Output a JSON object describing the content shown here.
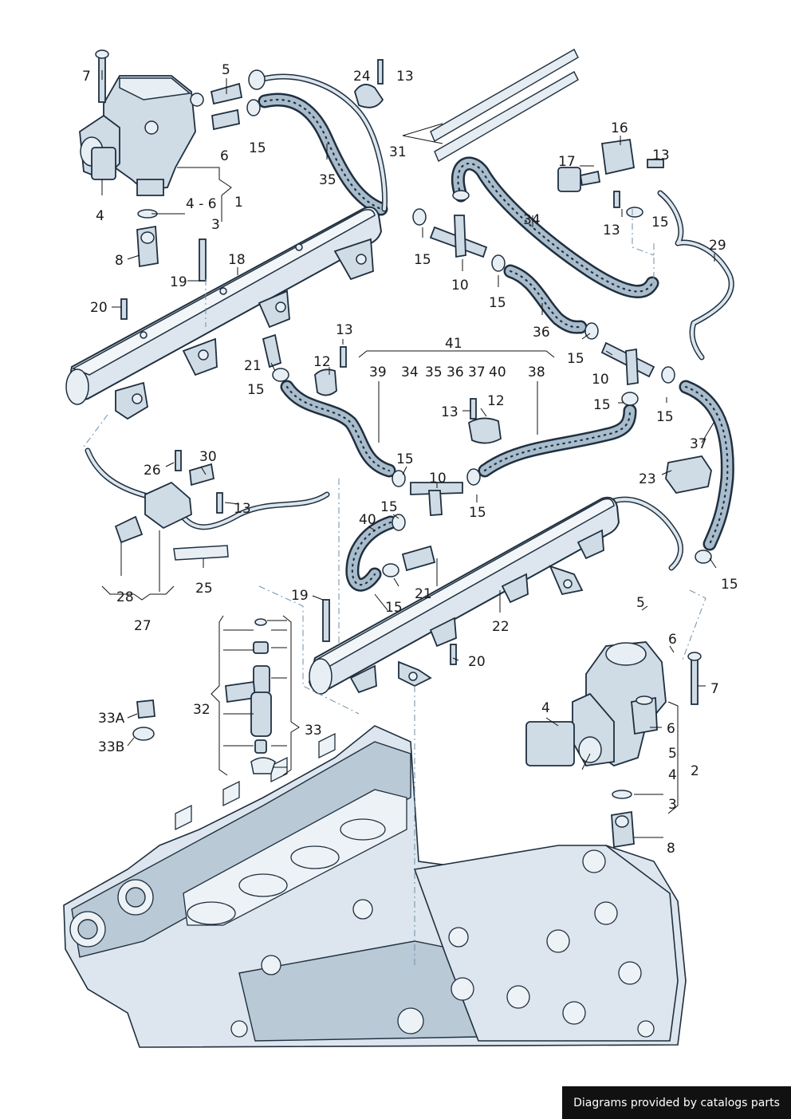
{
  "credit": "Diagrams provided by catalogs parts",
  "callouts": [
    {
      "id": "c7a",
      "text": "7"
    },
    {
      "id": "c5a",
      "text": "5"
    },
    {
      "id": "c24",
      "text": "24"
    },
    {
      "id": "c13a",
      "text": "13"
    },
    {
      "id": "c6a",
      "text": "6"
    },
    {
      "id": "c15a",
      "text": "15"
    },
    {
      "id": "c31",
      "text": "31"
    },
    {
      "id": "c16",
      "text": "16"
    },
    {
      "id": "c17",
      "text": "17"
    },
    {
      "id": "c13b",
      "text": "13"
    },
    {
      "id": "c35",
      "text": "35"
    },
    {
      "id": "c1",
      "text": "1"
    },
    {
      "id": "c4a",
      "text": "4"
    },
    {
      "id": "c46",
      "text": "4 - 6"
    },
    {
      "id": "c3a",
      "text": "3"
    },
    {
      "id": "c34a",
      "text": "34"
    },
    {
      "id": "c13c",
      "text": "13"
    },
    {
      "id": "c15b",
      "text": "15"
    },
    {
      "id": "c8a",
      "text": "8"
    },
    {
      "id": "c18",
      "text": "18"
    },
    {
      "id": "c29",
      "text": "29"
    },
    {
      "id": "c15c",
      "text": "15"
    },
    {
      "id": "c19a",
      "text": "19"
    },
    {
      "id": "c10a",
      "text": "10"
    },
    {
      "id": "c15d",
      "text": "15"
    },
    {
      "id": "c20a",
      "text": "20"
    },
    {
      "id": "c36a",
      "text": "36"
    },
    {
      "id": "c13d",
      "text": "13"
    },
    {
      "id": "c41",
      "text": "41"
    },
    {
      "id": "c12a",
      "text": "12"
    },
    {
      "id": "c15e",
      "text": "15"
    },
    {
      "id": "c21a",
      "text": "21"
    },
    {
      "id": "c39a",
      "text": "39"
    },
    {
      "id": "c34b",
      "text": "34"
    },
    {
      "id": "c35b",
      "text": "35"
    },
    {
      "id": "c36b",
      "text": "36"
    },
    {
      "id": "c37a",
      "text": "37"
    },
    {
      "id": "c40a",
      "text": "40"
    },
    {
      "id": "c38",
      "text": "38"
    },
    {
      "id": "c10b",
      "text": "10"
    },
    {
      "id": "c15f",
      "text": "15"
    },
    {
      "id": "c15g",
      "text": "15"
    },
    {
      "id": "c15h",
      "text": "15"
    },
    {
      "id": "c12b",
      "text": "12"
    },
    {
      "id": "c13e",
      "text": "13"
    },
    {
      "id": "c37b",
      "text": "37"
    },
    {
      "id": "c26",
      "text": "26"
    },
    {
      "id": "c30",
      "text": "30"
    },
    {
      "id": "c15i",
      "text": "15"
    },
    {
      "id": "c10c",
      "text": "10"
    },
    {
      "id": "c23",
      "text": "23"
    },
    {
      "id": "c13f",
      "text": "13"
    },
    {
      "id": "c15j",
      "text": "15"
    },
    {
      "id": "c40b",
      "text": "40"
    },
    {
      "id": "c21b",
      "text": "21"
    },
    {
      "id": "c15k",
      "text": "15"
    },
    {
      "id": "c25",
      "text": "25"
    },
    {
      "id": "c28",
      "text": "28"
    },
    {
      "id": "c27",
      "text": "27"
    },
    {
      "id": "c19b",
      "text": "19"
    },
    {
      "id": "c15l",
      "text": "15"
    },
    {
      "id": "c22",
      "text": "22"
    },
    {
      "id": "c5b",
      "text": "5"
    },
    {
      "id": "c6b",
      "text": "6"
    },
    {
      "id": "c20b",
      "text": "20"
    },
    {
      "id": "c7b",
      "text": "7"
    },
    {
      "id": "c4b",
      "text": "4"
    },
    {
      "id": "c6c",
      "text": "6"
    },
    {
      "id": "c32",
      "text": "32"
    },
    {
      "id": "c33",
      "text": "33"
    },
    {
      "id": "c33a",
      "text": "33A"
    },
    {
      "id": "c33b",
      "text": "33B"
    },
    {
      "id": "c5c",
      "text": "5"
    },
    {
      "id": "c4c",
      "text": "4"
    },
    {
      "id": "c2",
      "text": "2"
    },
    {
      "id": "c3b",
      "text": "3"
    },
    {
      "id": "c8b",
      "text": "8"
    },
    {
      "id": "c15m",
      "text": "15"
    }
  ]
}
